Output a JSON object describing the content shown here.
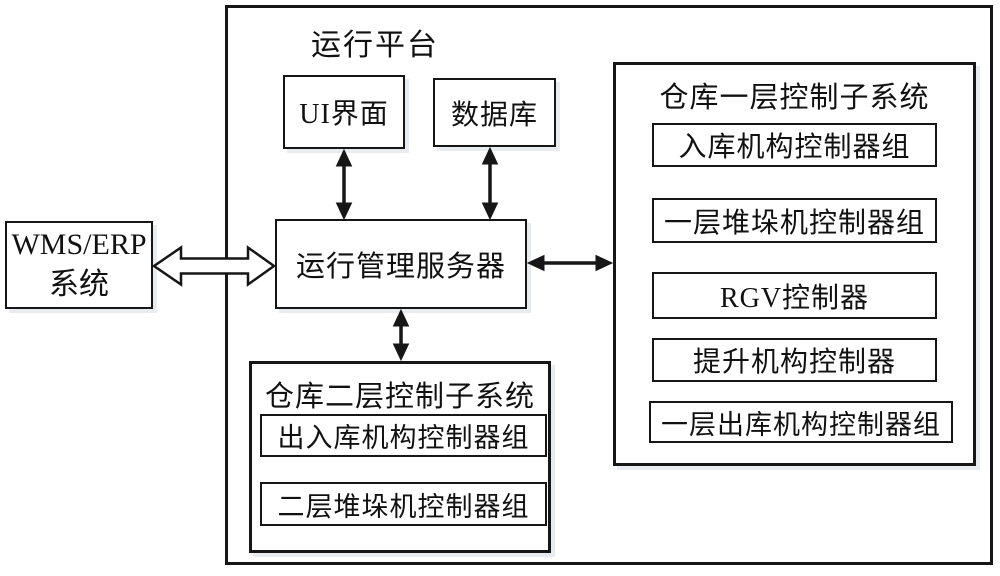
{
  "platform": {
    "label": "运行平台"
  },
  "external_system": {
    "line1": "WMS/ERP",
    "line2": "系统"
  },
  "ui": {
    "label": "UI界面"
  },
  "database": {
    "label": "数据库"
  },
  "server": {
    "label": "运行管理服务器"
  },
  "floor1_subsystem": {
    "title": "仓库一层控制子系统",
    "controllers": [
      "入库机构控制器组",
      "一层堆垛机控制器组",
      "RGV控制器",
      "提升机构控制器",
      "一层出库机构控制器组"
    ]
  },
  "floor2_subsystem": {
    "title": "仓库二层控制子系统",
    "controllers": [
      "出入库机构控制器组",
      "二层堆垛机控制器组"
    ]
  },
  "connections": {
    "wms_server": "bidirectional-hollow-arrow",
    "ui_server": "bidirectional-arrow",
    "database_server": "bidirectional-arrow",
    "server_floor1": "bidirectional-arrow",
    "server_floor2": "bidirectional-arrow"
  },
  "colors": {
    "line": "#161616",
    "background": "#ffffff",
    "box_fill": "#ffffff"
  }
}
